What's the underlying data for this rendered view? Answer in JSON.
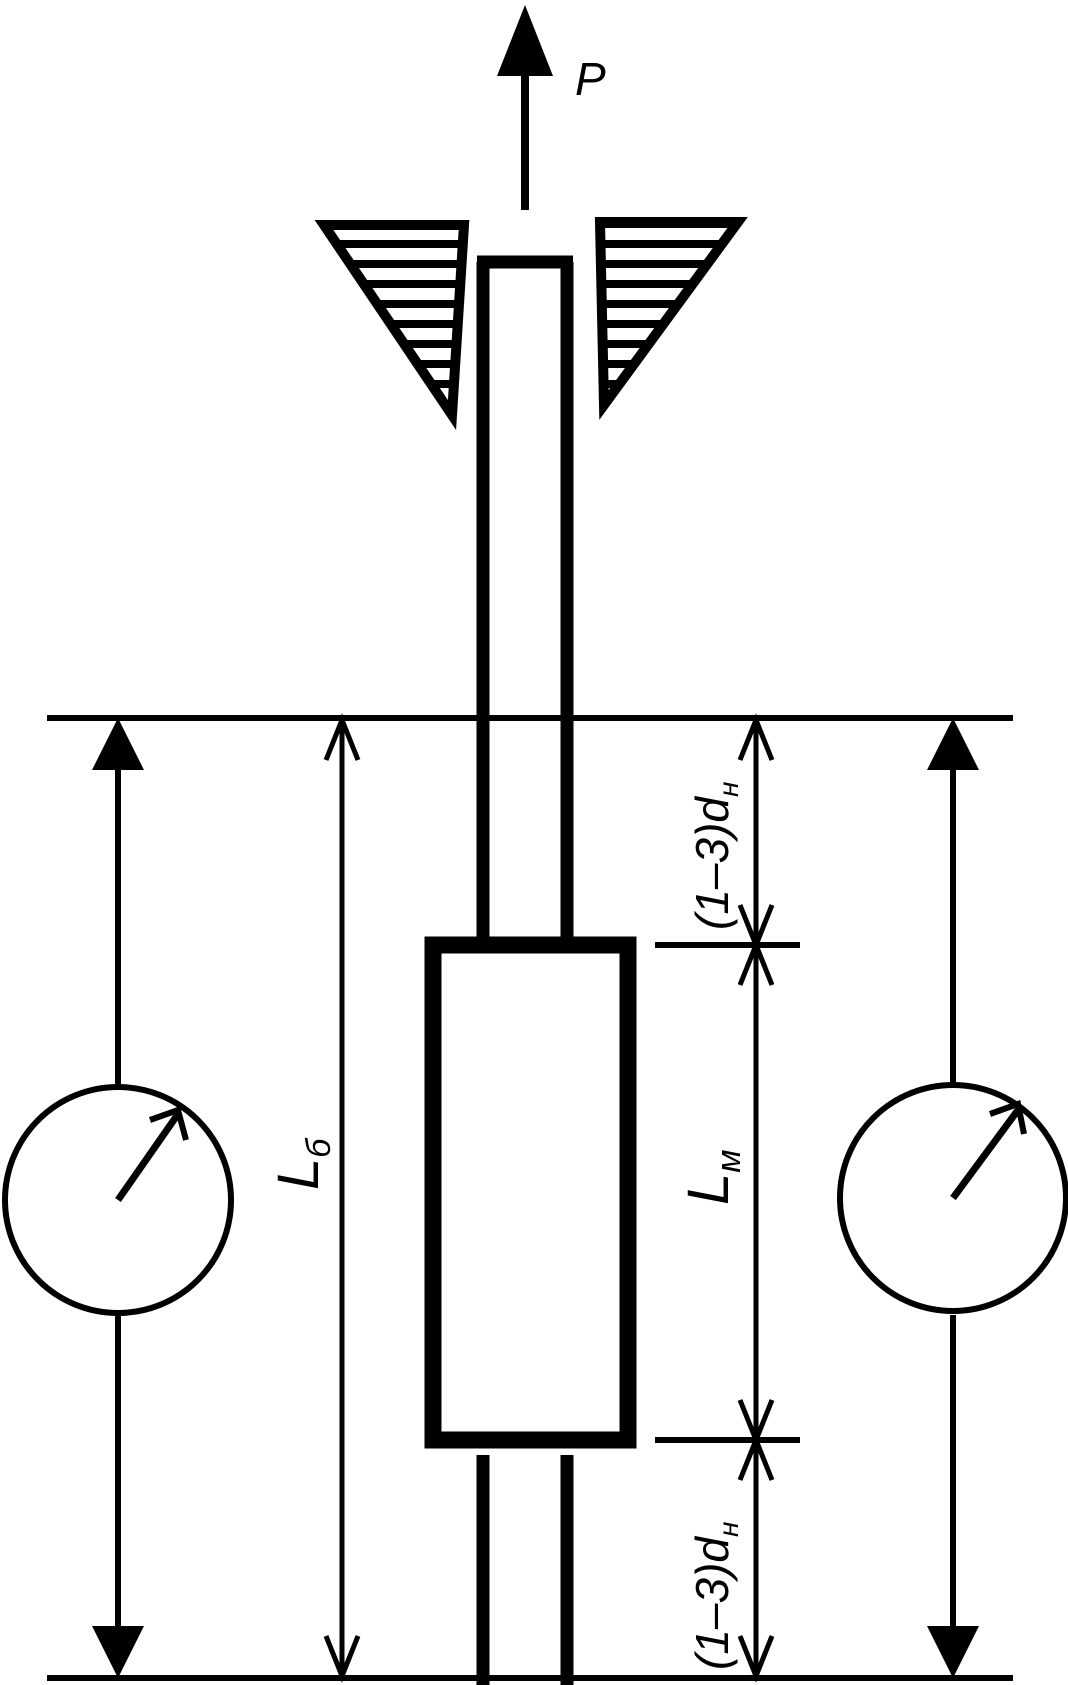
{
  "labels": {
    "force": "P",
    "base_length_letter": "L",
    "base_length_sub": "б",
    "sleeve_length_letter": "L",
    "sleeve_length_sub": "м",
    "upper_gap_coef": "(1–3)",
    "upper_gap_letter": "d",
    "upper_gap_sub": "н",
    "lower_gap_coef": "(1–3)",
    "lower_gap_letter": "d",
    "lower_gap_sub": "н"
  },
  "colors": {
    "ink": "#000000",
    "paper": "#ffffff"
  },
  "icons": {
    "left_gauge": "dial-gauge-icon",
    "right_gauge": "dial-gauge-icon",
    "top_grip": "wedge-grip-icon"
  }
}
